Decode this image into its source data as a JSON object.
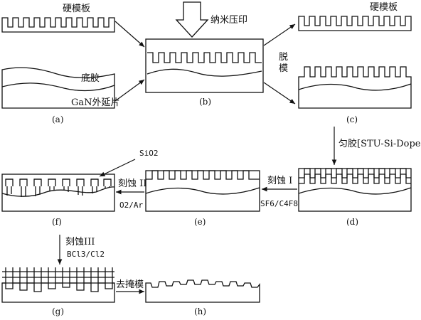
{
  "labels": {
    "hard_mold_a": "硬模板",
    "resist_a": "底胶",
    "gan": "GaN外延片",
    "nanoimprint": "纳米压印",
    "hard_mold_c": "硬模板",
    "demold": "脱模",
    "spin": "匀胶[STU-Si-Doped]",
    "etch1": "刻蚀 I",
    "etch1_gas": "SF6/C4F8",
    "etch2": "刻蚀 II",
    "etch2_gas": "O2/Ar",
    "sio2": "SiO2",
    "etch3": "刻蚀III",
    "etch3_gas": "BCl3/Cl2",
    "remove_mask": "去掩模"
  },
  "captions": {
    "a": "(a)",
    "b": "(b)",
    "c": "(c)",
    "d": "(d)",
    "e": "(e)",
    "f": "(f)",
    "g": "(g)",
    "h": "(h)"
  },
  "colors": {
    "stroke": "#111111",
    "background": "#ffffff"
  }
}
